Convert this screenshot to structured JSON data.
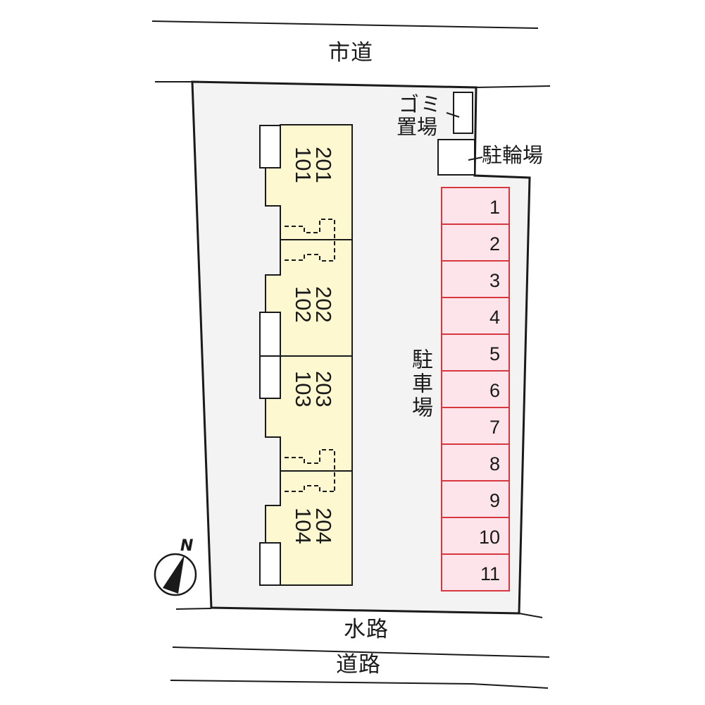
{
  "colors": {
    "lot_fill": "#f3f3f3",
    "building_fill": "#fdf8d0",
    "parking_fill": "#fde4ea",
    "parking_stroke": "#d9373f",
    "line": "#1a1a1a"
  },
  "roads": {
    "north": "市道",
    "south_waterway": "水路",
    "south_road": "道路"
  },
  "facilities": {
    "garbage": [
      "ゴミ",
      "置場"
    ],
    "bicycle_parking": "駐輪場",
    "parking_lot": "駐車場"
  },
  "building": {
    "units": [
      {
        "upper": "201",
        "lower": "101"
      },
      {
        "upper": "202",
        "lower": "102"
      },
      {
        "upper": "203",
        "lower": "103"
      },
      {
        "upper": "204",
        "lower": "104"
      }
    ]
  },
  "parking_spaces": [
    "1",
    "2",
    "3",
    "4",
    "5",
    "6",
    "7",
    "8",
    "9",
    "10",
    "11"
  ],
  "compass": {
    "label": "N"
  }
}
